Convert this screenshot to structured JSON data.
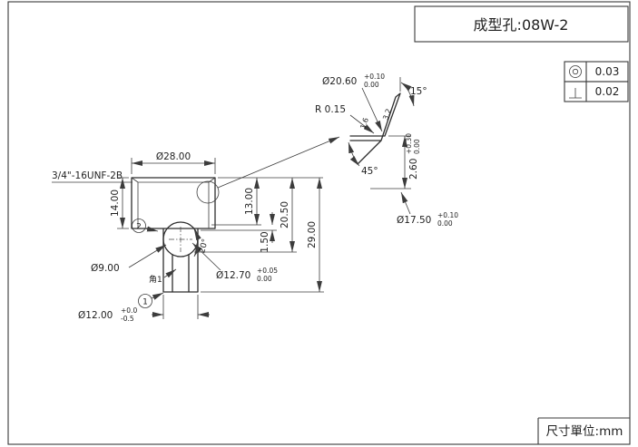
{
  "title_block": {
    "title": "成型孔:08W-2"
  },
  "footer": {
    "units": "尺寸單位:mm"
  },
  "tolerance_frames": {
    "concentricity": {
      "value": "0.03"
    },
    "perpendicularity": {
      "value": "0.02"
    }
  },
  "main_view": {
    "dia_flange": "Ø28.00",
    "thread_callout": "3/4\"-16UNF-2B",
    "flange_height": "14.00",
    "thread_depth": "13.00",
    "step": "1.50",
    "mid_depth": "20.50",
    "total_height": "29.00",
    "dia_ball": "Ø9.00",
    "dia_bore": {
      "value": "Ø12.70",
      "tol_upper": "+0.05",
      "tol_lower": "0.00"
    },
    "dia_stem": {
      "value": "Ø12.00",
      "tol_upper": "+0.0",
      "tol_lower": "-0.5"
    },
    "seat_angle": "20°",
    "corner_note": "角1",
    "balloon_1": "1",
    "balloon_2": "2"
  },
  "detail_view": {
    "dia_groove": {
      "value": "Ø20.60",
      "tol_upper": "+0.10",
      "tol_lower": "0.00"
    },
    "wall_angle": "15°",
    "fillet_radius": "R 0.15",
    "roughness_left": "1.6",
    "roughness_right": "3.2",
    "chamfer_angle": "45°",
    "groove_depth": {
      "value": "2.60",
      "tol_upper": "+0.30",
      "tol_lower": "0.00"
    },
    "dia_seat": {
      "value": "Ø17.50",
      "tol_upper": "+0.10",
      "tol_lower": "0.00"
    }
  }
}
